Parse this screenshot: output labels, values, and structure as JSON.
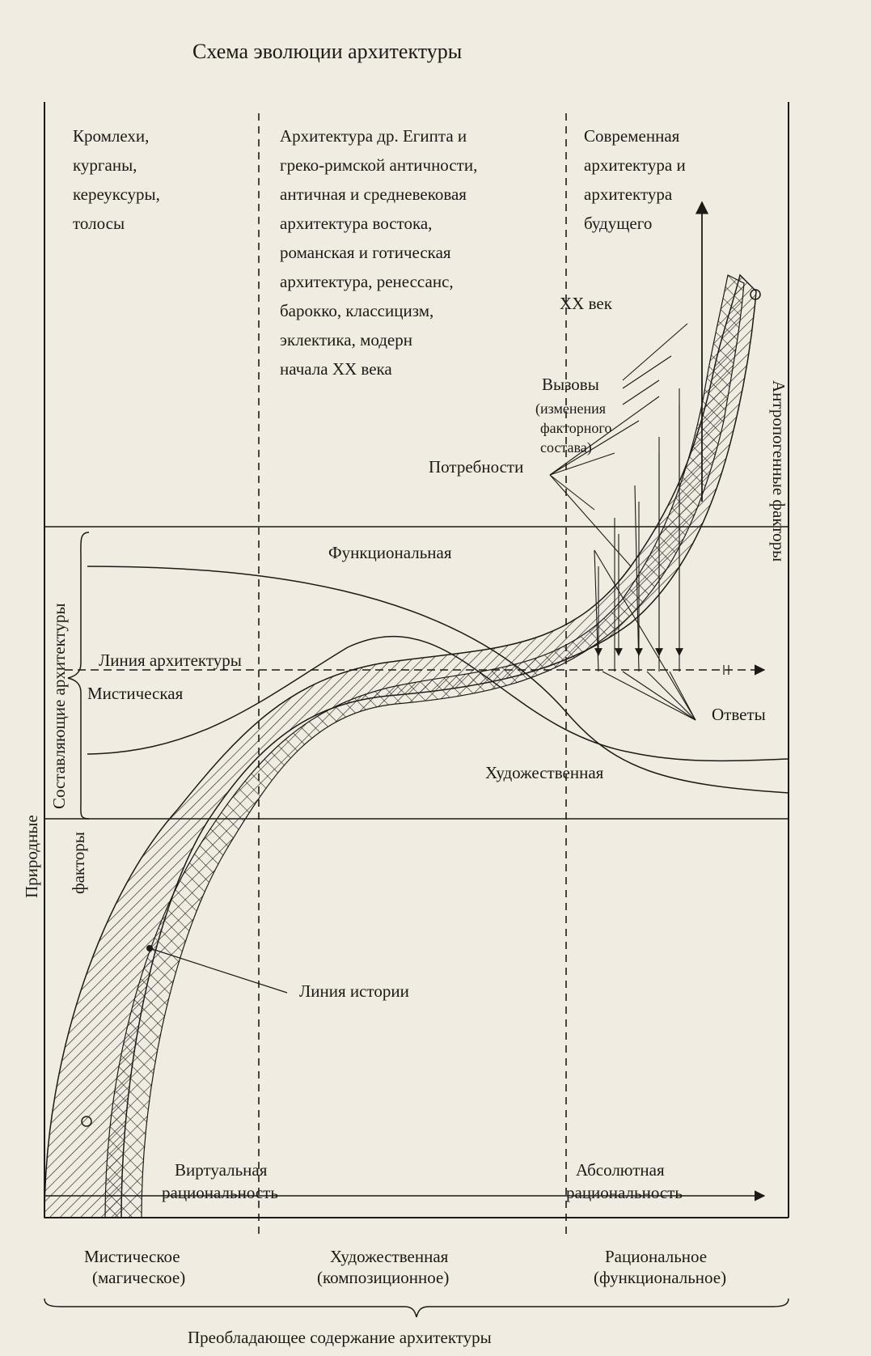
{
  "title": "Схема эволюции архитектуры",
  "columns": {
    "left": [
      "Кромлехи,",
      "курганы,",
      "кереуксуры,",
      "толосы"
    ],
    "middle": [
      "Архитектура др. Египта и",
      "греко-римской античности,",
      "античная и средневековая",
      "архитектура востока,",
      "романская и готическая",
      "архитектура, ренессанс,",
      "барокко, классицизм,",
      "эклектика, модерн",
      "начала XX века"
    ],
    "right": [
      "Современная",
      "архитектура и",
      "архитектура",
      "будущего"
    ]
  },
  "labels": {
    "twentieth_century": "XX век",
    "challenges": "Вызовы",
    "challenges_note": [
      "(изменения",
      "факторного",
      "состава)"
    ],
    "needs": "Потребности",
    "anthropogenic": "Антропогенные факторы",
    "functional": "Функциональная",
    "architecture_line": "Линия архитектуры",
    "mystical": "Мистическая",
    "answers": "Ответы",
    "artistic": "Художественная",
    "components": "Составляющие архитектуры",
    "natural": "Природные",
    "factors": "факторы",
    "history_line": "Линия истории",
    "virtual_rationality": [
      "Виртуальная",
      "рациональность"
    ],
    "absolute_rationality": [
      "Абсолютная",
      "рациональность"
    ]
  },
  "bottom": {
    "col1": [
      "Мистическое",
      "(магическое)"
    ],
    "col2": [
      "Художественная",
      "(композиционное)"
    ],
    "col3": [
      "Рациональное",
      "(функциональное)"
    ],
    "caption": "Преобладающее содержание архитектуры"
  }
}
